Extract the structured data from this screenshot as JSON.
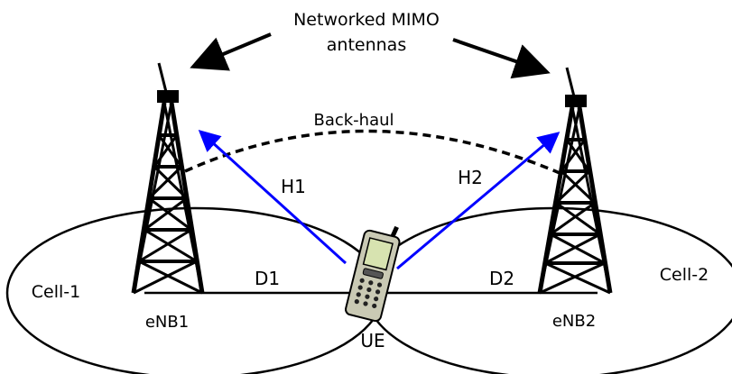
{
  "title_label": {
    "line1": "Networked MIMO",
    "line2": "antennas"
  },
  "backhaul_label": "Back-haul",
  "channels": {
    "h1": "H1",
    "h2": "H2"
  },
  "distances": {
    "d1": "D1",
    "d2": "D2"
  },
  "cells": {
    "left": "Cell-1",
    "right": "Cell-2"
  },
  "base_stations": {
    "left": "eNB1",
    "right": "eNB2"
  },
  "user_equipment": "UE",
  "colors": {
    "ink": "#000000",
    "channel": "#0000ff",
    "phone_body": "#c9c9b4",
    "screen": "#d7e3b0"
  }
}
